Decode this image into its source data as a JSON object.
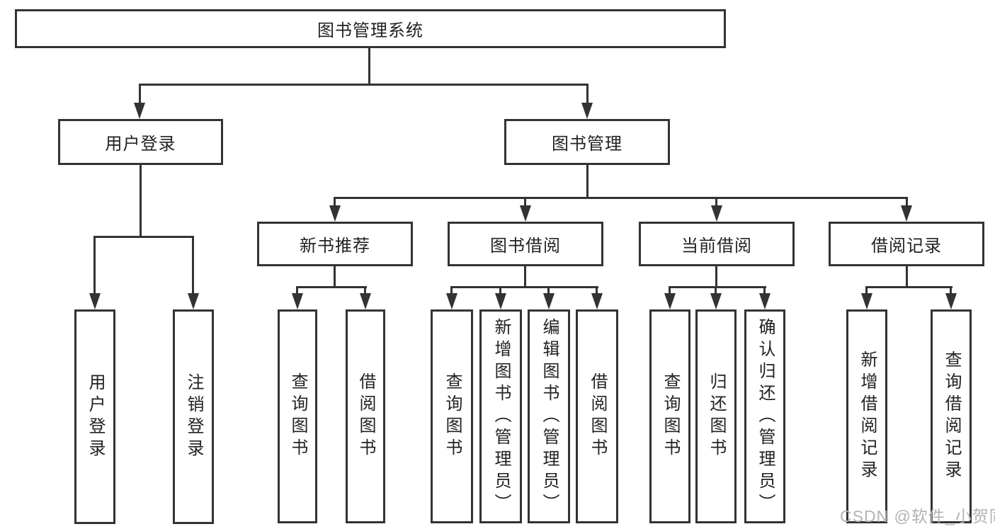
{
  "tree": {
    "root": {
      "label": "图书管理系统"
    },
    "branches": [
      {
        "label": "用户登录",
        "children": [
          {
            "label": "用户登录"
          },
          {
            "label": "注销登录"
          }
        ]
      },
      {
        "label": "图书管理",
        "groups": [
          {
            "label": "新书推荐",
            "children": [
              {
                "label": "查询图书"
              },
              {
                "label": "借阅图书"
              }
            ]
          },
          {
            "label": "图书借阅",
            "children": [
              {
                "label": "查询图书"
              },
              {
                "label": "新增图书（管理员）"
              },
              {
                "label": "编辑图书（管理员）"
              },
              {
                "label": "借阅图书"
              }
            ]
          },
          {
            "label": "当前借阅",
            "children": [
              {
                "label": "查询图书"
              },
              {
                "label": "归还图书"
              },
              {
                "label": "确认归还（管理员）"
              }
            ]
          },
          {
            "label": "借阅记录",
            "children": [
              {
                "label": "新增借阅记录"
              },
              {
                "label": "查询借阅记录"
              }
            ]
          }
        ]
      }
    ]
  },
  "watermark": {
    "text": "CSDN @软件_小贺同学"
  },
  "colors": {
    "line": "#333333",
    "text": "#222222",
    "watermark": "#b3b3b3",
    "background": "#ffffff"
  }
}
